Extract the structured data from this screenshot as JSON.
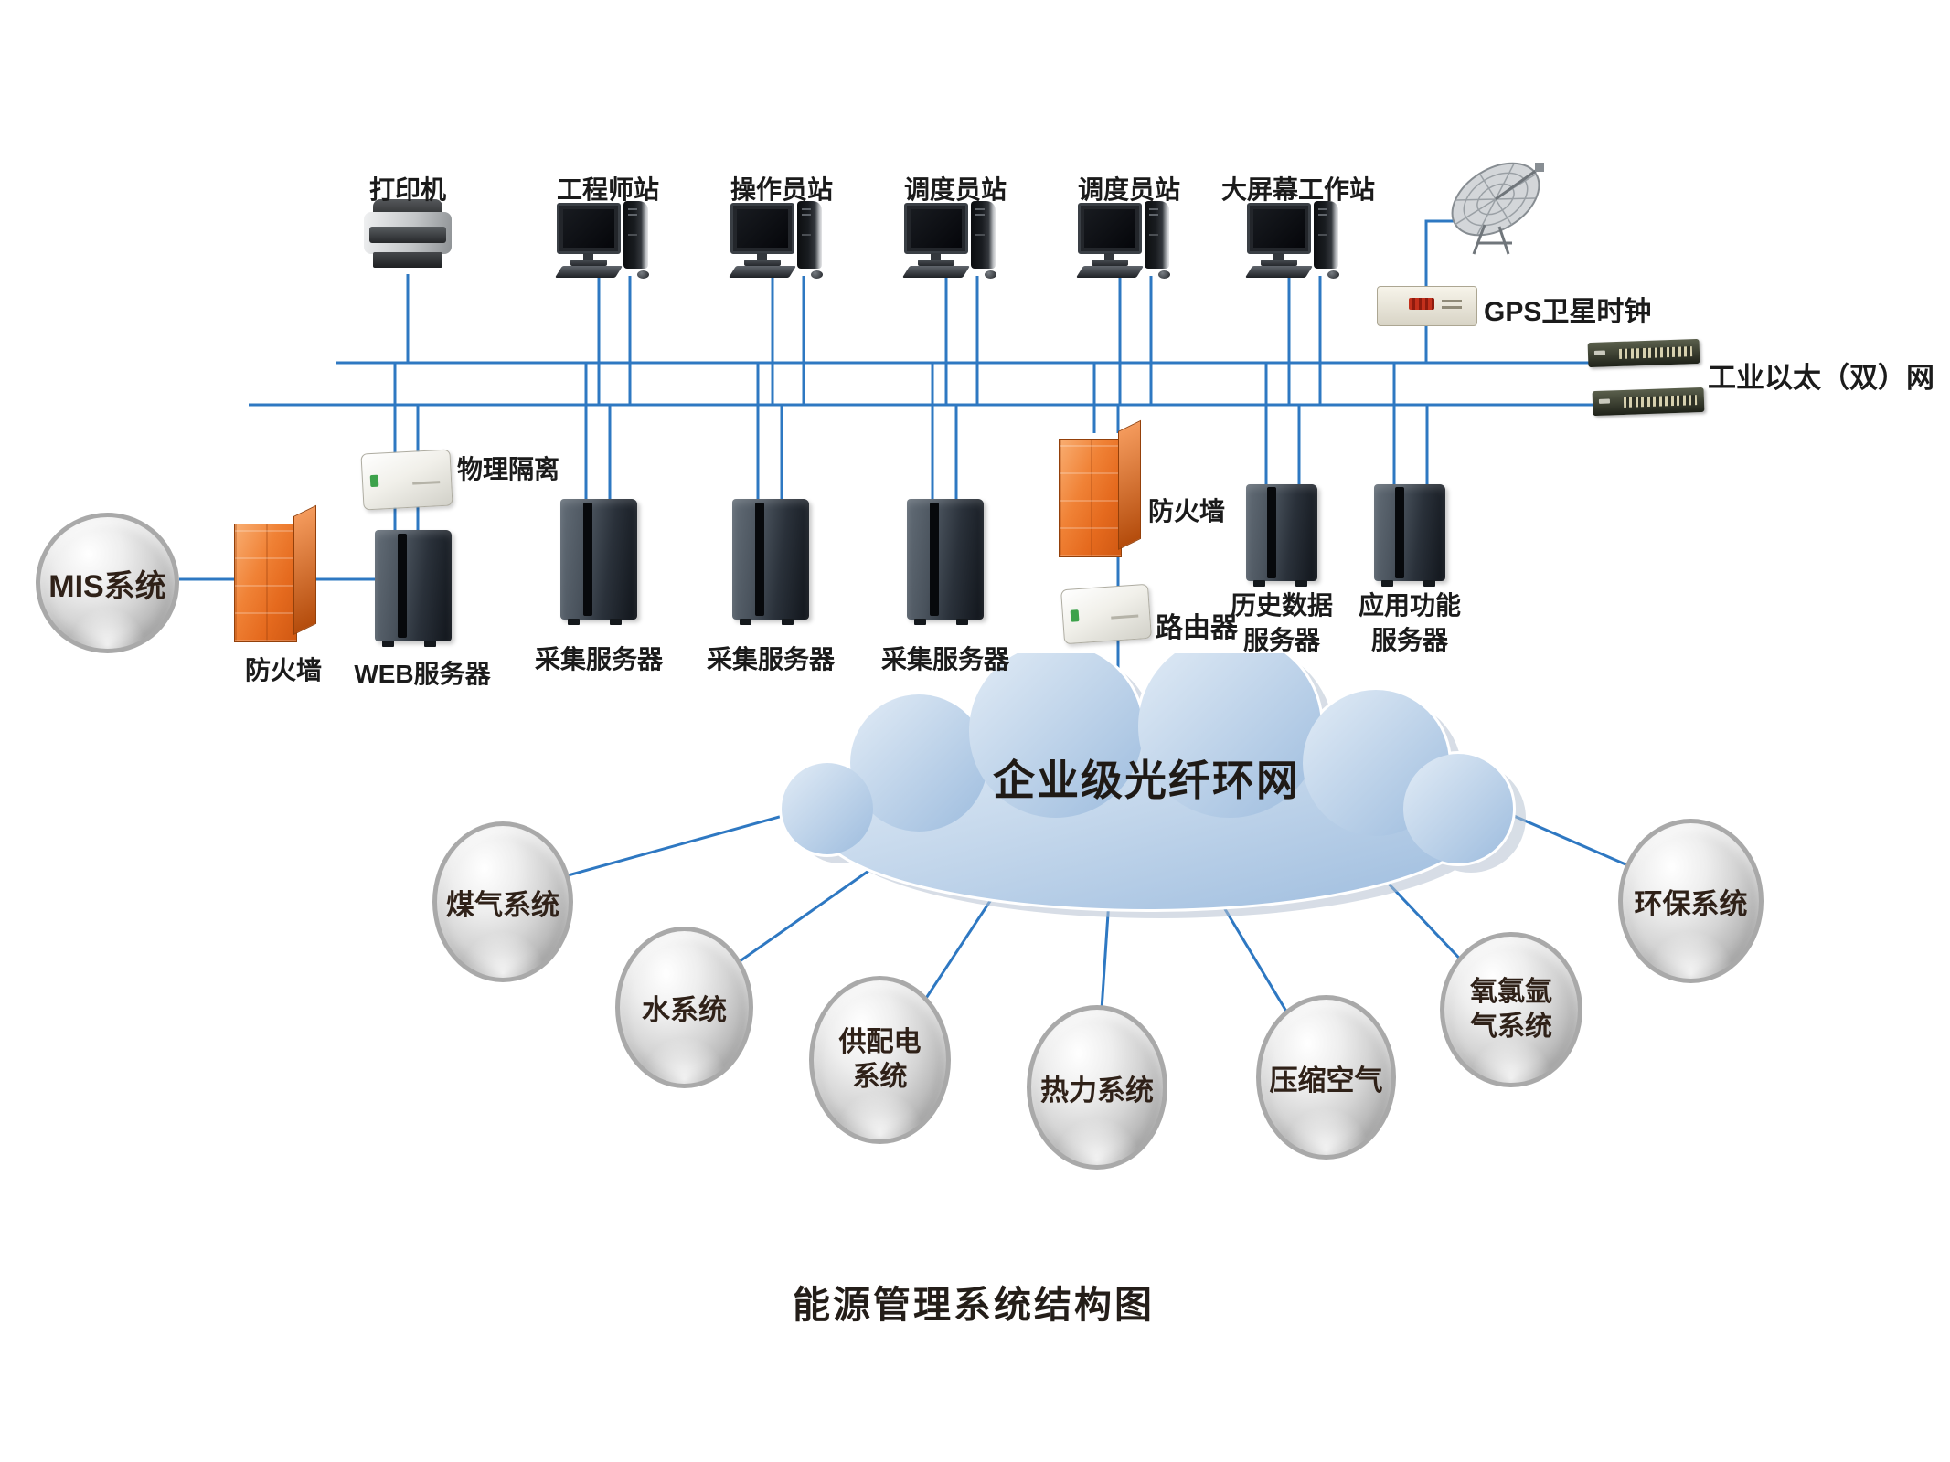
{
  "title": "能源管理系统结构图",
  "top_row": {
    "printer": "打印机",
    "stations": [
      "工程师站",
      "操作员站",
      "调度员站",
      "调度员站",
      "大屏幕工作站"
    ]
  },
  "gps": {
    "label": "GPS卫星时钟"
  },
  "ethernet": {
    "label": "工业以太（双）网"
  },
  "isolation": {
    "label": "物理隔离"
  },
  "mis": {
    "label": "MIS系统"
  },
  "left_firewall": {
    "label": "防火墙"
  },
  "web_server": {
    "label": "WEB服务器"
  },
  "collect_servers": [
    "采集服务器",
    "采集服务器",
    "采集服务器"
  ],
  "mid_firewall": {
    "label": "防火墙"
  },
  "router": {
    "label": "路由器"
  },
  "history_server": {
    "label": "历史数据\n服务器"
  },
  "app_server": {
    "label": "应用功能\n服务器"
  },
  "cloud": {
    "label": "企业级光纤环网"
  },
  "systems": [
    "煤气系统",
    "水系统",
    "供配电\n系统",
    "热力系统",
    "压缩空气",
    "氧氯氩\n气系统",
    "环保系统"
  ],
  "colors": {
    "line_blue": "#2e78c2",
    "firewall_orange": "#e56a1e",
    "cloud_blue": "#a3c0de"
  }
}
